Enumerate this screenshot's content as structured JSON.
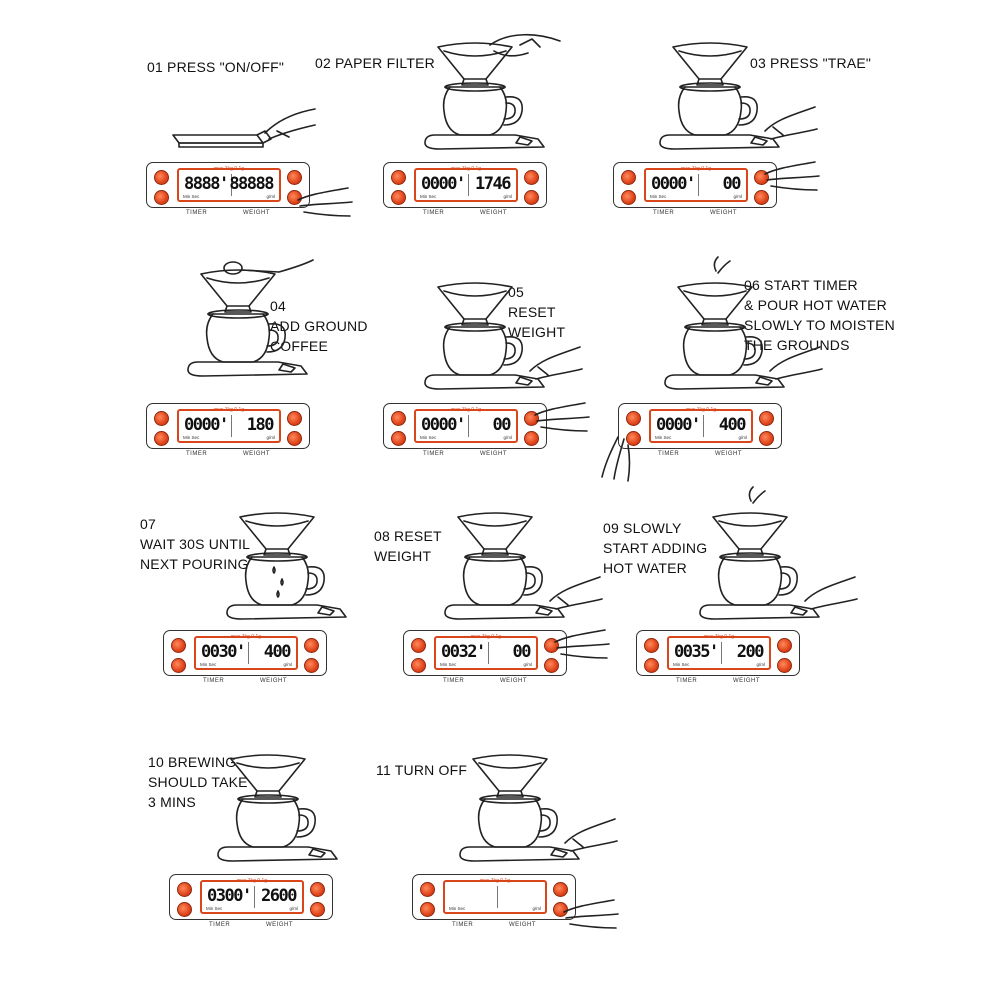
{
  "steps": [
    {
      "id": "01",
      "label_lines": [
        "01 PRESS \"ON/OFF\""
      ],
      "timer": "8888'",
      "weight": "88888",
      "scene": "scale-only",
      "pressed": "br"
    },
    {
      "id": "02",
      "label_lines": [
        "02 PAPER FILTER"
      ],
      "timer": "0000'",
      "weight": "1746",
      "scene": "filter-hand",
      "pressed": ""
    },
    {
      "id": "03",
      "label_lines": [
        "03 PRESS \"TRAE\""
      ],
      "timer": "0000'",
      "weight": "00",
      "scene": "dripper-hand",
      "pressed": "tr"
    },
    {
      "id": "04",
      "label_lines": [
        "04",
        "ADD GROUND",
        "COFFEE"
      ],
      "timer": "0000'",
      "weight": "180",
      "scene": "spoon",
      "pressed": ""
    },
    {
      "id": "05",
      "label_lines": [
        "05",
        "RESET",
        "WEIGHT"
      ],
      "timer": "0000'",
      "weight": "00",
      "scene": "dripper-hand",
      "pressed": "tr"
    },
    {
      "id": "06",
      "label_lines": [
        "06 START TIMER",
        "& POUR HOT WATER",
        "SLOWLY TO MOISTEN",
        "THE GROUNDS"
      ],
      "timer": "0000'",
      "weight": "400",
      "scene": "pour",
      "pressed": "bl"
    },
    {
      "id": "07",
      "label_lines": [
        "07",
        "WAIT 30S UNTIL",
        "NEXT POURING"
      ],
      "timer": "0030'",
      "weight": "400",
      "scene": "drip",
      "pressed": ""
    },
    {
      "id": "08",
      "label_lines": [
        "08 RESET",
        "WEIGHT"
      ],
      "timer": "0032'",
      "weight": "00",
      "scene": "dripper-hand",
      "pressed": "tr"
    },
    {
      "id": "09",
      "label_lines": [
        "09 SLOWLY",
        "START ADDING",
        "HOT WATER"
      ],
      "timer": "0035'",
      "weight": "200",
      "scene": "pour",
      "pressed": ""
    },
    {
      "id": "10",
      "label_lines": [
        "10 BREWING",
        "SHOULD TAKE",
        "3 MINS"
      ],
      "timer": "0300'",
      "weight": "2600",
      "scene": "dripper",
      "pressed": ""
    },
    {
      "id": "11",
      "label_lines": [
        "11 TURN OFF"
      ],
      "timer": "",
      "weight": "",
      "scene": "dripper-hand",
      "pressed": "br"
    }
  ],
  "panel": {
    "top_text": "max 3kg 0.1g",
    "units_left": "Min Sec",
    "units_right": "g/ml",
    "caption_left": "TIMER",
    "caption_right": "WEIGHT"
  },
  "colors": {
    "accent": "#d9461b",
    "button": "#e0431a",
    "ink": "#222222"
  }
}
